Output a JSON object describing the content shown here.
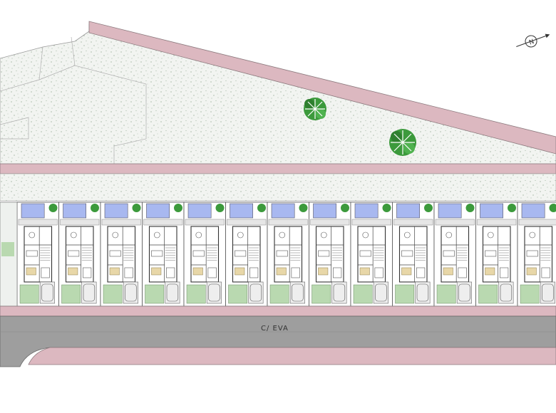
{
  "site_plan": {
    "street_name": "C/ EVA",
    "north_label": "N",
    "house_count": 13,
    "colors": {
      "road": "#9e9e9e",
      "sidewalk": "#dcb8c0",
      "landscape": "#f0f3ef",
      "landscape_speckle": "#7f9a7f",
      "pool": "#a8b8f0",
      "garden": "#b9d9b0",
      "tree": "#3c9a3c",
      "wall": "#555555"
    }
  }
}
